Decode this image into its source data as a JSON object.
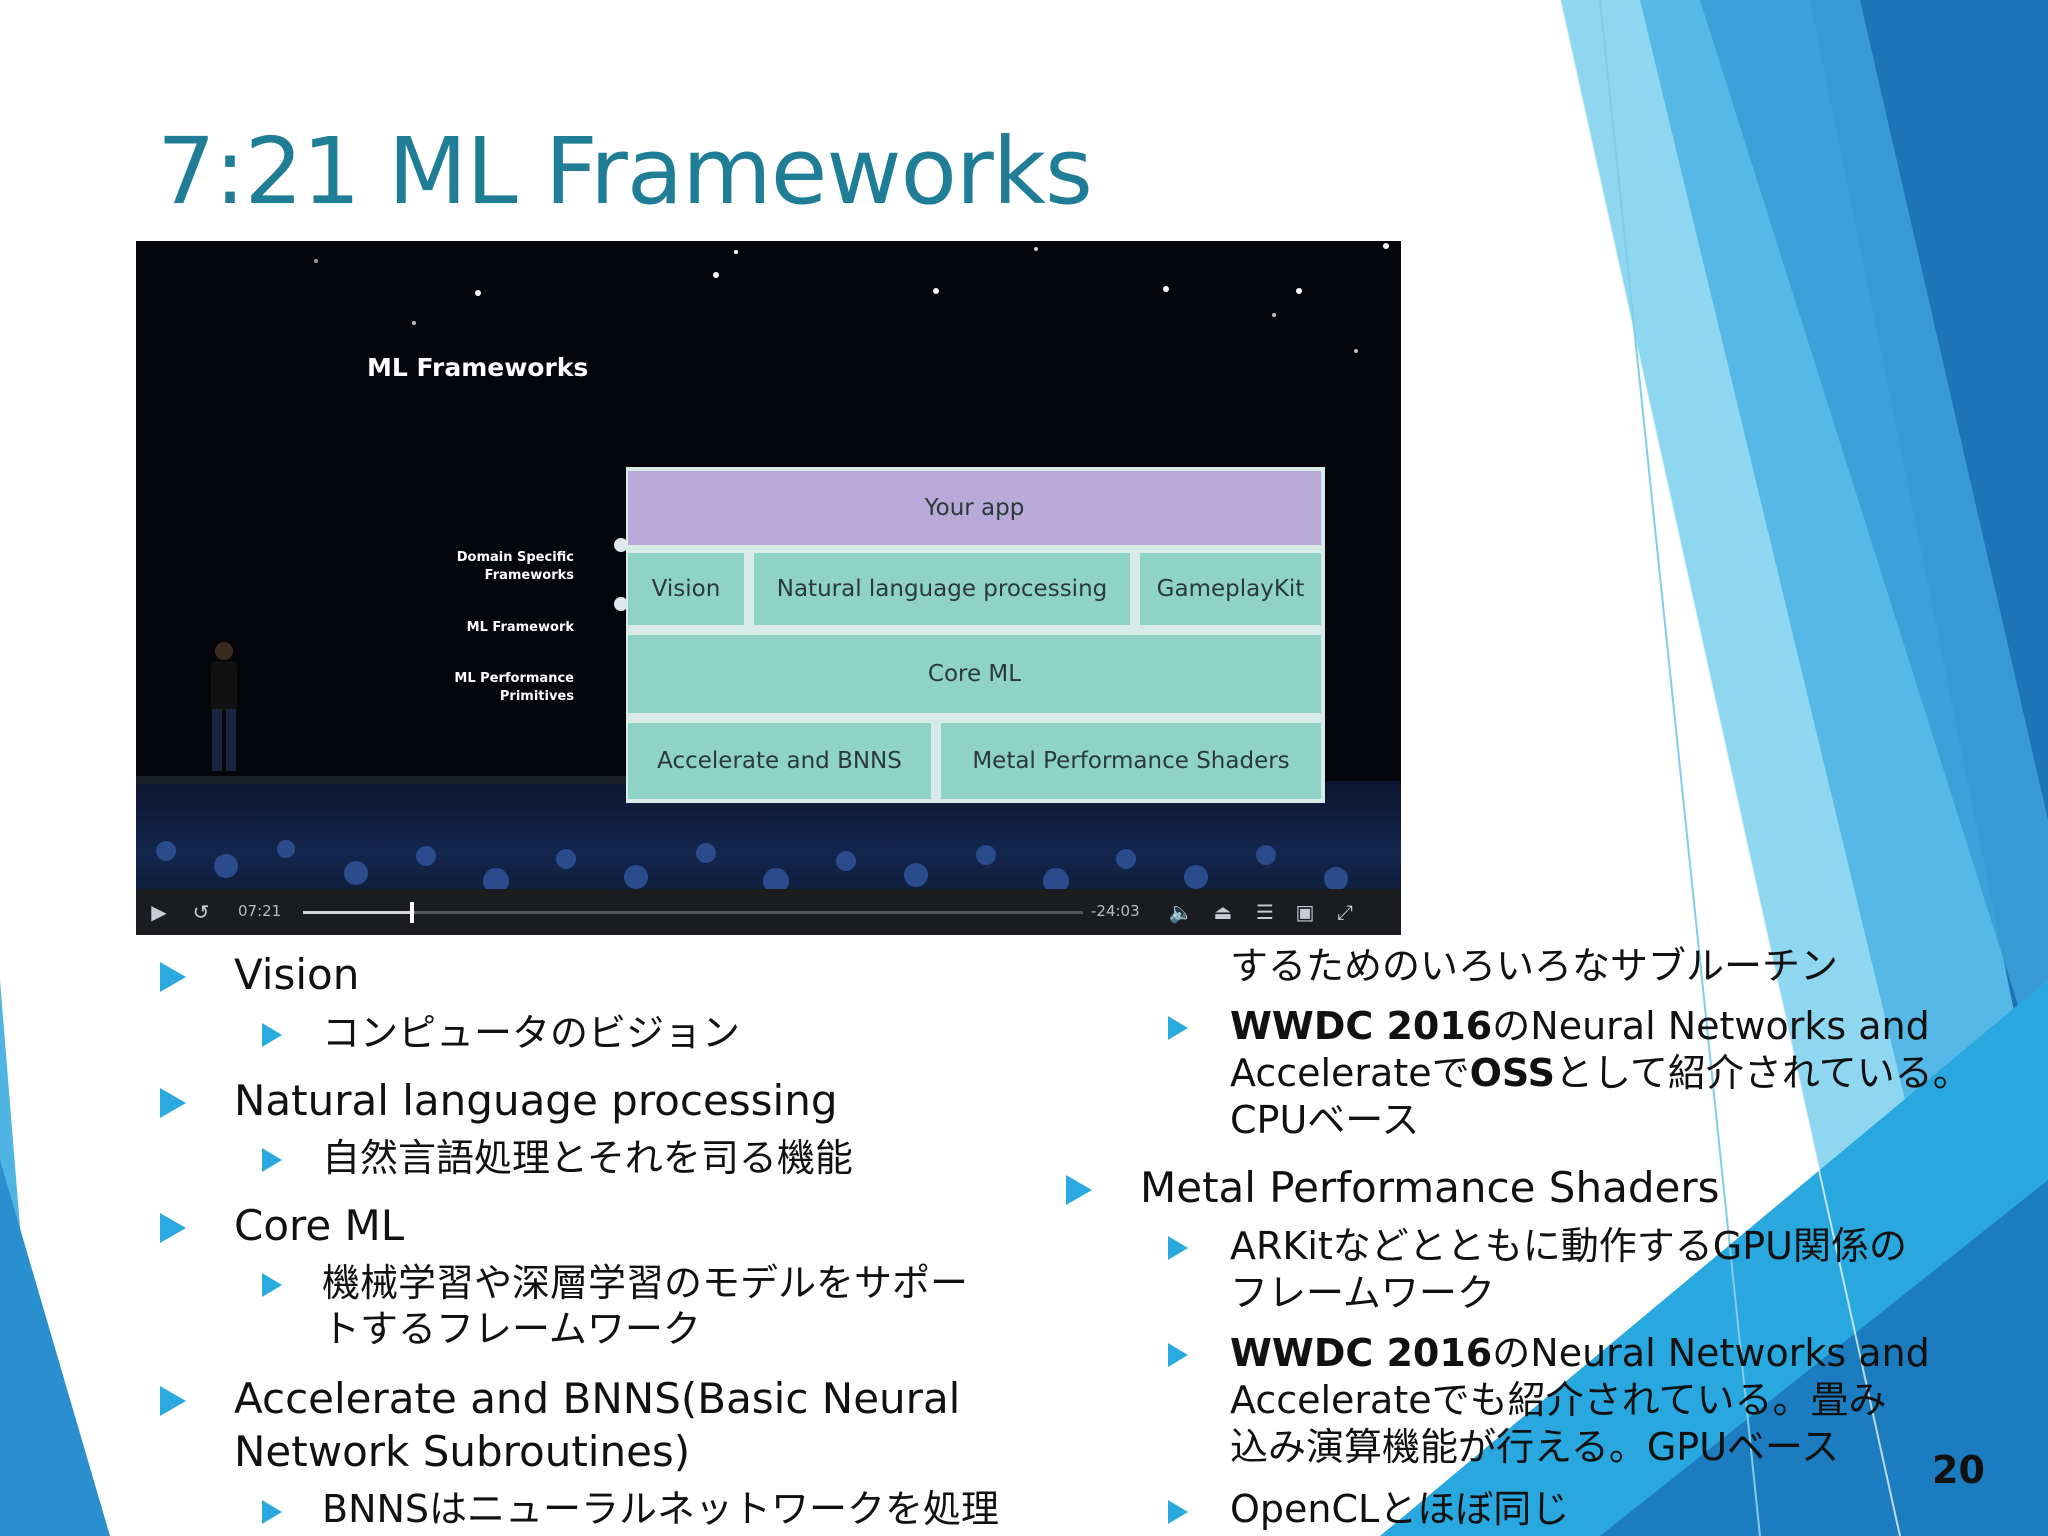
{
  "slide": {
    "title": "7:21 ML Frameworks",
    "page_number": "20"
  },
  "video": {
    "title": "ML Frameworks",
    "layer_labels": {
      "domain": "Domain Specific\nFrameworks",
      "framework": "ML Framework",
      "primitives": "ML Performance\nPrimitives"
    },
    "boxes": {
      "app": "Your app",
      "vision": "Vision",
      "nlp": "Natural language processing",
      "gameplay": "GameplayKit",
      "coreml": "Core ML",
      "accelerate": "Accelerate and BNNS",
      "metal": "Metal Performance Shaders"
    },
    "player": {
      "current_time": "07:21",
      "remaining_time": "-24:03",
      "progress": 0.14
    }
  },
  "left_column": {
    "vision": "Vision",
    "vision_sub": "コンピュータのビジョン",
    "nlp": "Natural language processing",
    "nlp_sub": "自然言語処理とそれを司る機能",
    "coreml": "Core ML",
    "coreml_sub_1": "機械学習や深層学習のモデルをサポー",
    "coreml_sub_2": "トするフレームワーク",
    "accelerate_1": "Accelerate and BNNS(Basic Neural",
    "accelerate_2": "Network Subroutines)",
    "accelerate_sub": "BNNSはニューラルネットワークを処理"
  },
  "right_column": {
    "accelerate_sub_cont": "するためのいろいろなサブルーチン",
    "wwdc_a_bold": "WWDC 2016",
    "wwdc_a_rest": "のNeural Networks and",
    "wwdc_a_line2_pre": "Accelerateで",
    "wwdc_a_line2_bold": "OSS",
    "wwdc_a_line2_post": "として紹介されている。",
    "wwdc_a_line3": "CPUベース",
    "metal": "Metal Performance Shaders",
    "arkit_1": "ARKitなどとともに動作するGPU関係の",
    "arkit_2": "フレームワーク",
    "wwdc_b_bold": "WWDC 2016",
    "wwdc_b_rest": "のNeural Networks and",
    "wwdc_b_line2": "Accelerateでも紹介されている。畳み",
    "wwdc_b_line3": "込み演算機能が行える。GPUベース",
    "opencl": "OpenCLとほぼ同じ"
  },
  "colors": {
    "title": "#1f7d96",
    "bullet": "#29abe2",
    "purple_box": "#b9a9d8",
    "teal_box": "#8fd3c7"
  }
}
